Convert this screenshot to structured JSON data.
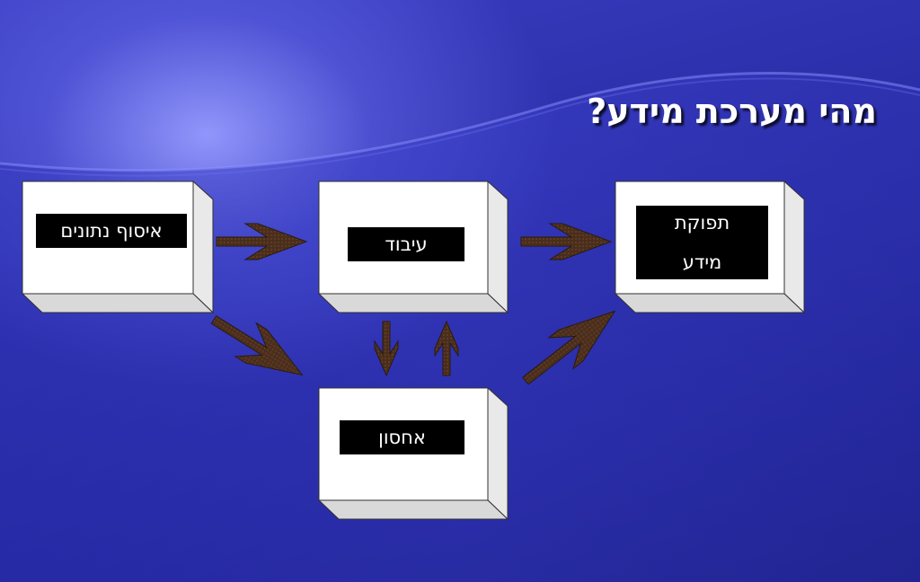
{
  "slide": {
    "title": "מהי מערכת מידע?"
  },
  "nodes": {
    "collection": {
      "label": "איסוף נתונים"
    },
    "processing": {
      "label": "עיבוד"
    },
    "output": {
      "line1": "תפוקת",
      "line2": "מידע"
    },
    "storage": {
      "label": "אחסון"
    }
  },
  "colors": {
    "box_face": "#ffffff",
    "box_side": "#e8e8e8",
    "box_edge": "#303030",
    "label_bg": "#000000",
    "label_text": "#ffffff",
    "arrow_fill": "#4a2e1c",
    "title_text": "#ffffff"
  }
}
